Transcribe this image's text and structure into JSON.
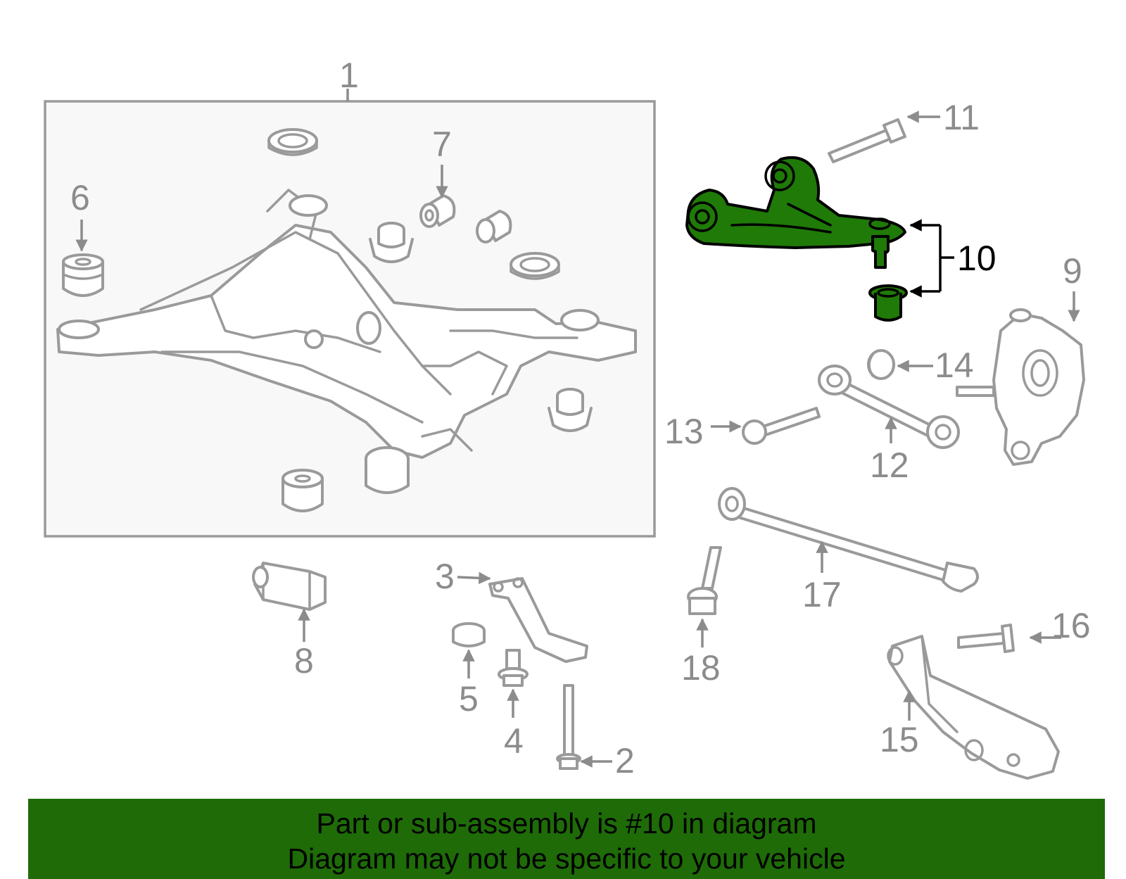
{
  "banner": {
    "line1": "Part or sub-assembly is #10 in diagram",
    "line2": "Diagram may not be specific to your vehicle",
    "color": "#1e6b08"
  },
  "highlight_color": "#1f7a08",
  "highlighted_part": "10",
  "callouts": {
    "c1": "1",
    "c2": "2",
    "c3": "3",
    "c4": "4",
    "c5": "5",
    "c6": "6",
    "c7": "7",
    "c8": "8",
    "c9": "9",
    "c10": "10",
    "c11": "11",
    "c12": "12",
    "c13": "13",
    "c14": "14",
    "c15": "15",
    "c16": "16",
    "c17": "17",
    "c18": "18"
  }
}
